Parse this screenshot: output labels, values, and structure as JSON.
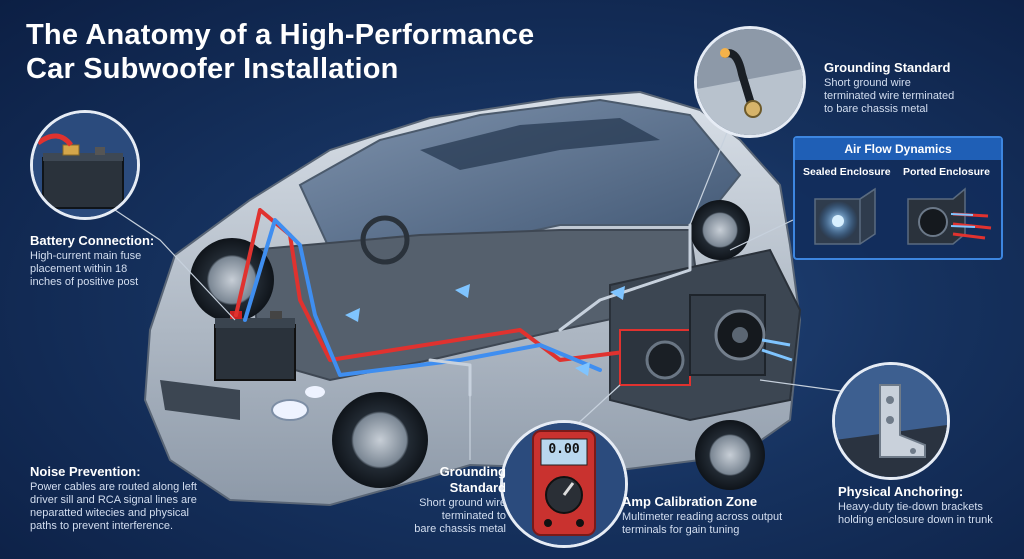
{
  "title_line1": "The Anatomy of a High-Performance",
  "title_line2": "Car Subwoofer Installation",
  "callouts": {
    "grounding_top": {
      "heading": "Grounding Standard",
      "lines": [
        "Short ground wire",
        "terminated wire terminated",
        "to bare chassis metal"
      ]
    },
    "battery": {
      "heading": "Battery Connection:",
      "lines": [
        "High-current main fuse",
        "placement within 18",
        "inches of positive post"
      ]
    },
    "noise": {
      "heading": "Noise Prevention:",
      "lines": [
        "Power cables are routed along left",
        "driver sill and RCA signal lines are",
        "neparatted witecies and physical",
        "paths to prevent interference."
      ]
    },
    "grounding_bottom": {
      "heading_line1": "Grounding",
      "heading_line2": "Standard",
      "lines": [
        "Short ground wire",
        "terminated to",
        "bare chassis metal"
      ]
    },
    "amp": {
      "heading": "Amp Calibration Zone",
      "lines": [
        "Multimeter reading across output",
        "terminals for gain tuning"
      ]
    },
    "anchoring": {
      "heading": "Physical Anchoring:",
      "lines": [
        "Heavy-duty tie-down brackets",
        "holding enclosure down in trunk"
      ]
    }
  },
  "airflow": {
    "title": "Air Flow Dynamics",
    "sealed": "Sealed Enclosure",
    "ported": "Ported Enclosure"
  },
  "multimeter_display": "0.00",
  "colors": {
    "background": "#16325f",
    "power_wire": "#e0322f",
    "signal_wire": "#3f8ef0",
    "airflow_border": "#3d86e0",
    "car_body": "#b9c3cf"
  },
  "icons": [
    "battery-icon",
    "fuse-icon",
    "ground-wire-icon",
    "multimeter-icon",
    "bracket-icon",
    "subwoofer-icon",
    "amplifier-icon",
    "car-icon"
  ]
}
